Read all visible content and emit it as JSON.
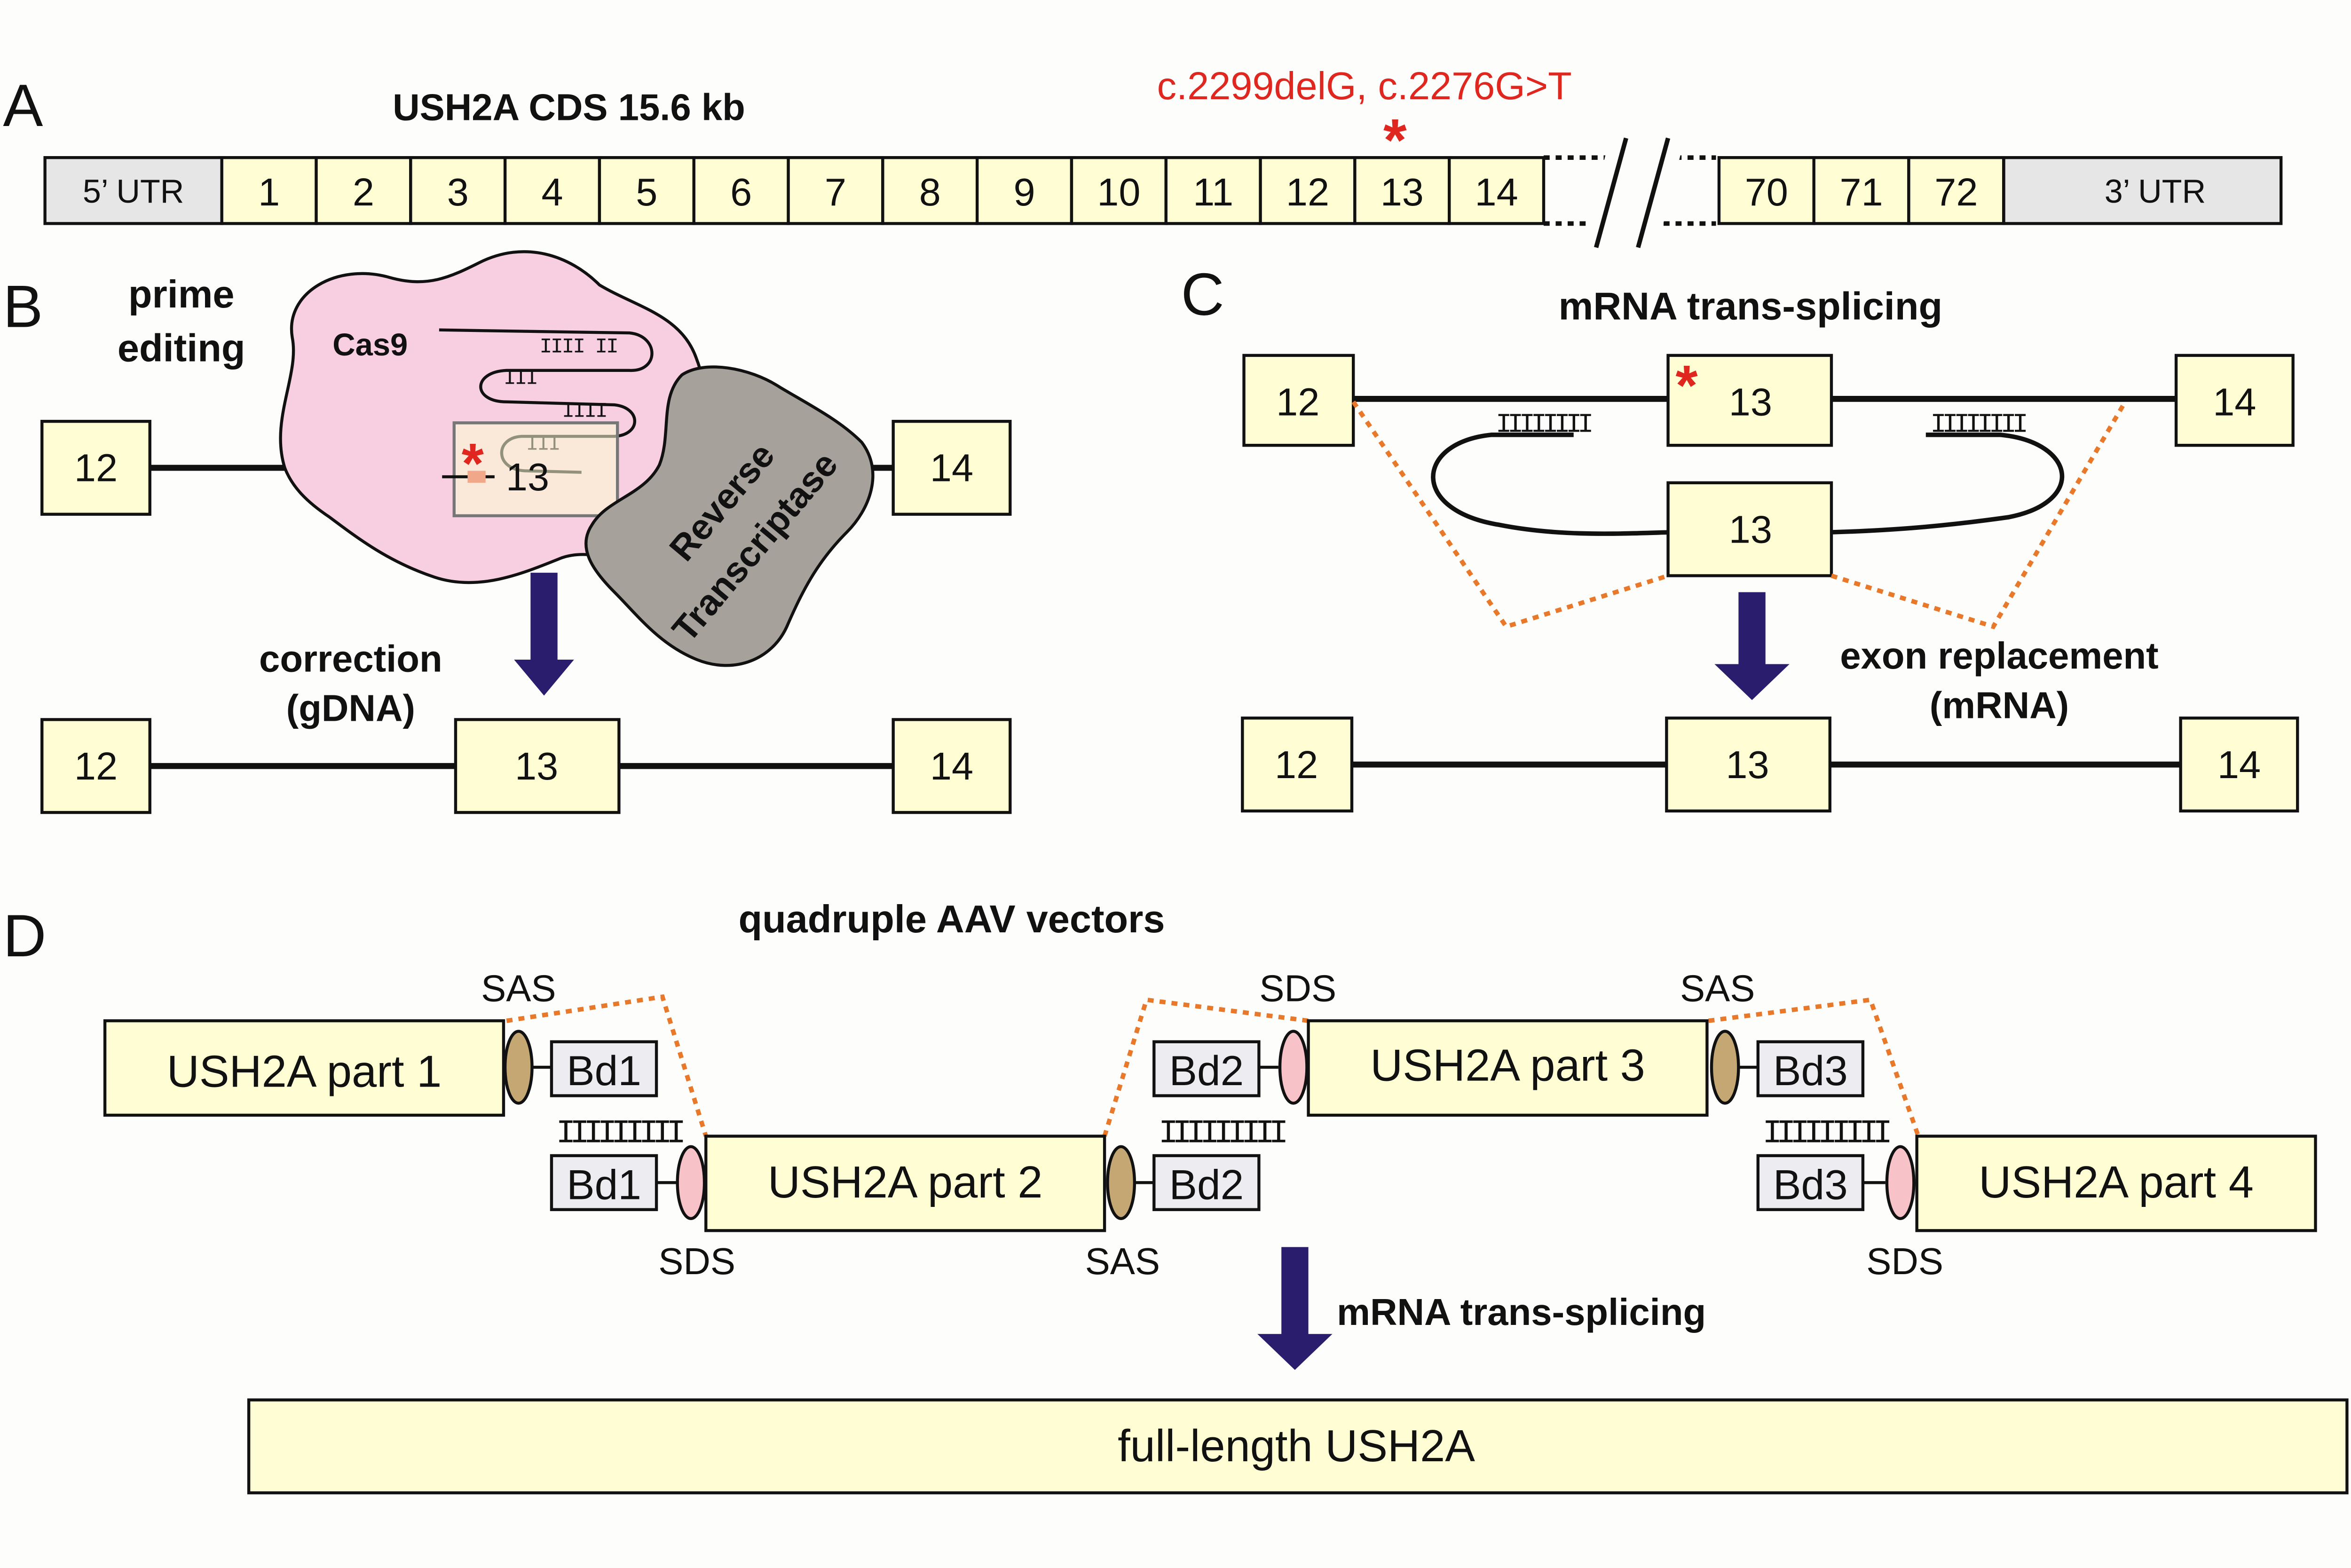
{
  "colors": {
    "box_fill": "#fefdd3",
    "utr_fill": "#e6e6e6",
    "line": "#111111",
    "mutation": "#e0271f",
    "junction": "#e8782a",
    "arrow": "#2b1d6e",
    "cas9_fill": "#f7cfe1",
    "rt_fill": "#a7a19c",
    "sds_fill": "#f7c3c8",
    "sas_fill": "#c4a773",
    "binding_fill": "#ececf1"
  },
  "panel_a": {
    "label": "A",
    "title": "USH2A CDS 15.6 kb",
    "mutation_label": "c.2299delG, c.2276G>T",
    "mutation_mark": "*",
    "utr5": "5’ UTR",
    "utr3": "3’ UTR",
    "exons_left": [
      "1",
      "2",
      "3",
      "4",
      "5",
      "6",
      "7",
      "8",
      "9",
      "10",
      "11",
      "12",
      "13",
      "14"
    ],
    "exons_right": [
      "70",
      "71",
      "72"
    ]
  },
  "panel_b": {
    "label": "B",
    "title_line1": "prime",
    "title_line2": "editing",
    "cas9": "Cas9",
    "rt_line1": "Reverse",
    "rt_line2": "Transcriptase",
    "exon_left": "12",
    "exon_mid": "13",
    "exon_right": "14",
    "mutation_mark": "*",
    "arrow_line1": "correction",
    "arrow_line2": "(gDNA)",
    "result": [
      "12",
      "13",
      "14"
    ]
  },
  "panel_c": {
    "label": "C",
    "title": "mRNA trans-splicing",
    "exon_left": "12",
    "exon_mid": "13",
    "exon_right": "14",
    "donor_exon": "13",
    "mutation_mark": "*",
    "arrow_line1": "exon replacement",
    "arrow_line2": "(mRNA)",
    "result": [
      "12",
      "13",
      "14"
    ]
  },
  "panel_d": {
    "label": "D",
    "title": "quadruple AAV vectors",
    "part1": "USH2A part 1",
    "part2": "USH2A part 2",
    "part3": "USH2A part 3",
    "part4": "USH2A part 4",
    "bd1": "Bd1",
    "bd2": "Bd2",
    "bd3": "Bd3",
    "sas": "SAS",
    "sds": "SDS",
    "arrow_label": "mRNA trans-splicing",
    "result": "full-length USH2A"
  }
}
